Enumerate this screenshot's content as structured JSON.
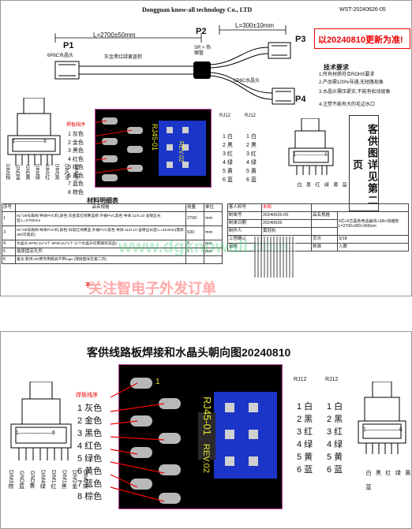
{
  "header": {
    "company": "Dongguan know-all technology Co., LTD",
    "doc_no": "WST-20240626-05",
    "update_note": "以20240810更新为准!"
  },
  "cable": {
    "p1": "P1",
    "p2": "P2",
    "p3": "P3",
    "p4": "P4",
    "len_main": "L=2700±50mm",
    "len_branch": "L=300±10mm",
    "p1_label": "6P8C水晶头",
    "cable_label": "灰金黑红绿黄蓝棕",
    "p2_label": "SR + 热缩管",
    "p4_label": "6P6C水晶头"
  },
  "tech": {
    "title": "技术要求",
    "items": [
      "1.所有材质符合ROHS要求",
      "2.产品需100%导通,无短路现象",
      "3.水晶头需压紧实,不能有松动现象",
      "4.注塑不能有大的毛边水口"
    ]
  },
  "customer_note": "客供图详见第二页",
  "wire_seq": {
    "title": "焊板线序",
    "items": [
      "1 灰色",
      "2 金色",
      "3 黑色",
      "4 红色",
      "5 绿色",
      "6 黄色",
      "7 蓝色",
      "8 棕色"
    ]
  },
  "rj12": {
    "title": "RJ12",
    "left": [
      "1 白",
      "2 黑",
      "3 红",
      "4 绿",
      "5 黄",
      "6 蓝"
    ],
    "right": [
      "1 白",
      "2 黑",
      "3 红",
      "4 绿",
      "5 黄",
      "6 蓝"
    ]
  },
  "pcb": {
    "label": "RJ45-01",
    "rev": "REV.02"
  },
  "left_plug": {
    "pin_range": "1——————8",
    "pins": [
      "DIM3棕",
      "GND蓝",
      "GND黄",
      "DIM4绿",
      "DIM1红",
      "DIM1黑",
      "DIM2金",
      "DIM2灰"
    ]
  },
  "right_plug": {
    "pin_range": "1——————6",
    "pins": [
      "白",
      "黑",
      "红",
      "绿",
      "黄",
      "蓝"
    ]
  },
  "bom": {
    "title": "材料明细表",
    "headers": [
      "序号",
      "品名规格",
      "用量",
      "单位"
    ],
    "rows": [
      [
        "1",
        "8C*28号扁线:导体PVC料,颜色:灰金黑红绿黄蓝棕 外被PVC黑色 导体:11/0.10 含锡丝长度:L=2700mm",
        "2700",
        "mm"
      ],
      [
        "3",
        "6C*28号扁线:导体PVC料,颜色:白黑红绿黄蓝 外被PVC黑色 导体:11/0.10 含锡丝长度:L=310mm(需拆300可裁剪)",
        "630",
        "mm"
      ],
      [
        "4",
        "水晶头:6P6C1U*1个 6P8C1U*1个 (1个水晶头均需按装成品)",
        "3",
        "pcs"
      ],
      [
        "5",
        "插座固定孔件",
        "1",
        "pcs"
      ],
      [
        "6",
        "备注:客供,SR用专用模具不带logo (焊接图详见第二页)",
        "",
        ""
      ]
    ]
  },
  "info": {
    "customer_model_label": "客人料号",
    "customer_model_value": "未知",
    "maker_label": "制单号",
    "maker_value": "20240626-05",
    "date_label": "制单日期",
    "date_value": "20240626",
    "author_label": "制作人",
    "author_value": "黄冠杭",
    "page_label": "页次",
    "page_value": "3/18",
    "product_name_label": "品名规格",
    "product_name_value": "8芯+6芯黑色电话扁线+SR+热缩管 L=2700+300+300mm",
    "eng_label": "工程确认",
    "approve_label": "核准",
    "review_label": "审核",
    "qty_label": "入数",
    "strike_note": "不"
  },
  "watermark": {
    "green": "www.dgknowall.com",
    "red": "关注智电子外发订单"
  },
  "page2": {
    "title": "客供线路板焊接和水晶头朝向图20240810"
  }
}
